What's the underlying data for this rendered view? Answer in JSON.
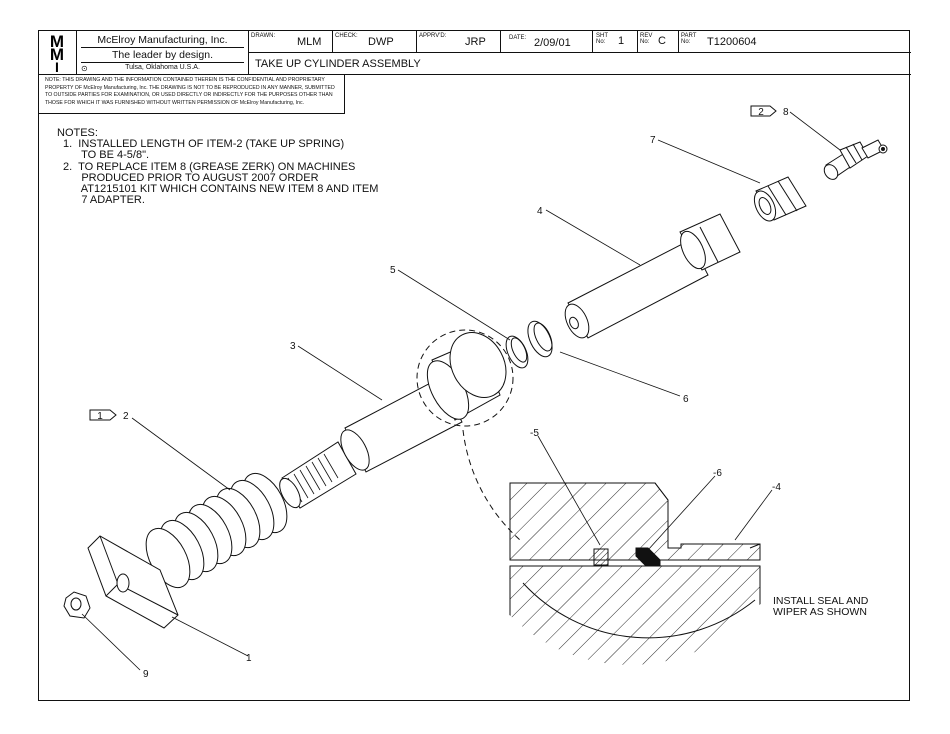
{
  "company": {
    "logo_letters": [
      "M",
      "M",
      "I"
    ],
    "name": "McElroy Manufacturing, Inc.",
    "slogan": "The leader by design.",
    "location": "Tulsa, Oklahoma U.S.A."
  },
  "title_block": {
    "drawn_label": "DRAWN:",
    "drawn": "MLM",
    "check_label": "CHECK:",
    "check": "DWP",
    "apprvd_label": "APPRV'D:",
    "apprvd": "JRP",
    "date_label": "DATE:",
    "date": "2/09/01",
    "sht_label": "SHT No:",
    "sht": "1",
    "rev_label": "REV No:",
    "rev": "C",
    "part_label": "PART No:",
    "part": "T1200604",
    "title": "TAKE UP CYLINDER ASSEMBLY"
  },
  "proprietary_note": "NOTE: THIS DRAWING AND THE INFORMATION CONTAINED THEREIN IS THE CONFIDENTIAL AND PROPRIETARY PROPERTY OF McElroy Manufacturing, Inc. THE DRAWING IS NOT TO BE REPRODUCED IN ANY MANNER, SUBMITTED TO OUTSIDE PARTIES FOR EXAMINATION, OR USED DIRECTLY OR INDIRECTLY FOR THE PURPOSES OTHER THAN THOSE FOR WHICH IT WAS FURNISHED WITHOUT WRITTEN PERMISSION OF McElroy Manufacturing, Inc.",
  "notes": {
    "heading": "NOTES:",
    "items": [
      "1.  INSTALLED LENGTH OF ITEM-2 (TAKE UP SPRING)\n      TO BE 4-5/8\".",
      "2.  TO REPLACE ITEM 8 (GREASE ZERK) ON MACHINES\n      PRODUCED PRIOR TO AUGUST 2007 ORDER\n      AT1215101 KIT WHICH CONTAINS NEW ITEM 8 AND ITEM\n      7 ADAPTER."
    ]
  },
  "callouts": {
    "item1": "1",
    "item2": "2",
    "item3": "3",
    "item4": "4",
    "item5": "5",
    "item6": "6",
    "item7": "7",
    "item8": "8",
    "item9": "9",
    "flag1": "1",
    "flag2": "2",
    "detail5": "-5",
    "detail6": "-6",
    "detail4": "-4"
  },
  "detail_note": "INSTALL SEAL AND\nWIPER AS SHOWN"
}
